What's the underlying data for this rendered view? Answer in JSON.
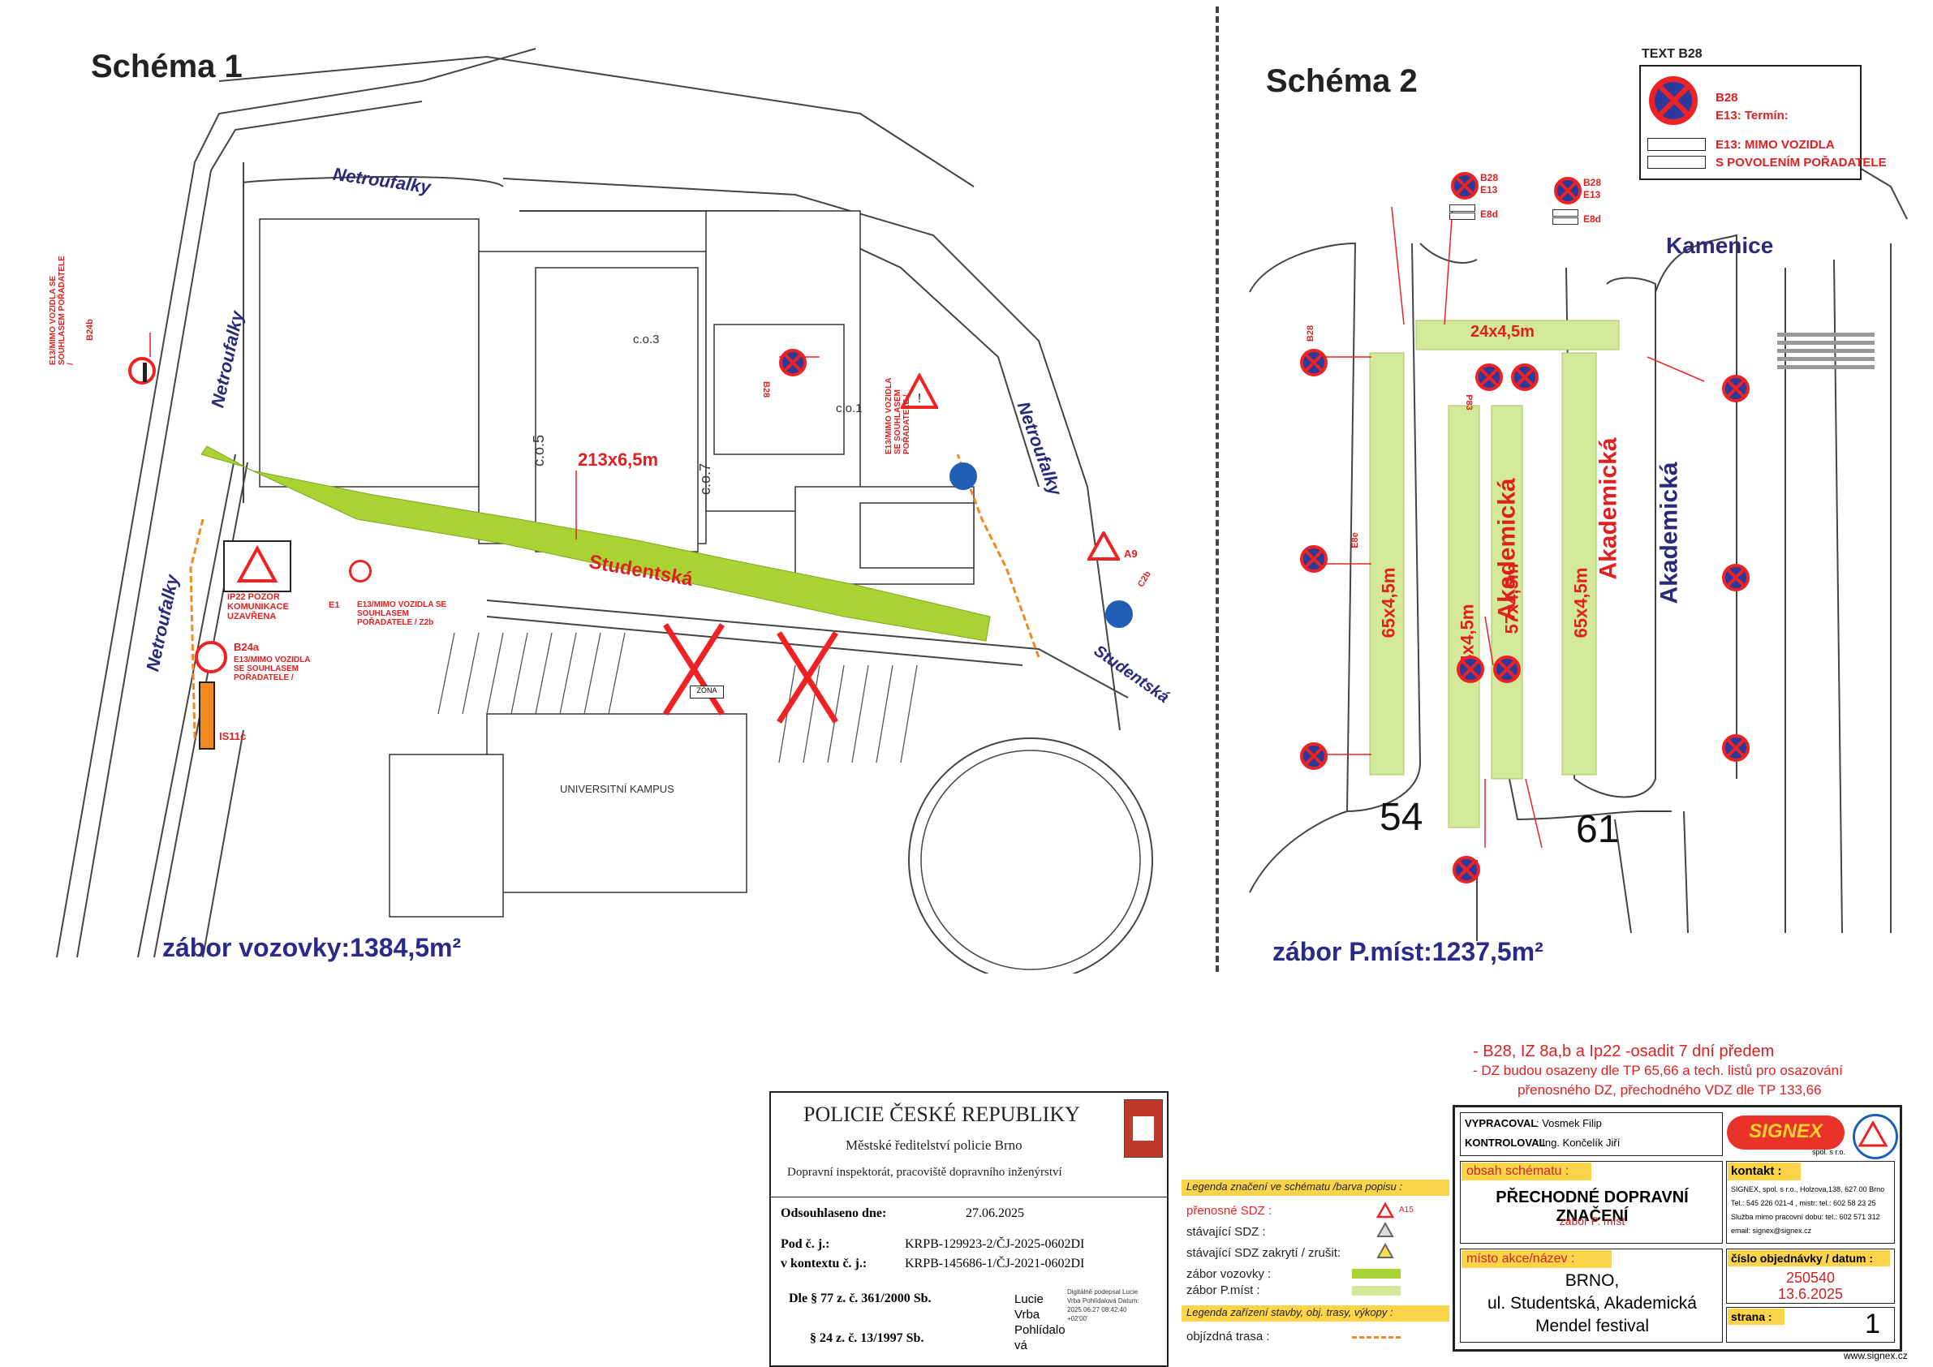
{
  "schema1": {
    "title": "Schéma 1",
    "streets": {
      "netroufalky_top": "Netroufalky",
      "netroufalky_left1": "Netroufalky",
      "netroufalky_left2": "Netroufalky",
      "netroufalky_right": "Netroufalky",
      "studentska_main": "Studentská",
      "studentska_right": "Studentská"
    },
    "dimension": "213x6,5m",
    "buildings": {
      "c5": "c.o.5",
      "c7": "c.o.7",
      "c3": "c.o.3",
      "c1": "c.o.1",
      "kampus": "UNIVERSITNÍ KAMPUS"
    },
    "labels": {
      "b24b": "B24b",
      "e13_text_left": "E13/MIMO VOZIDLA SE SOUHLASEM POŘADATELE /",
      "ip22": "IP22 POZOR KOMUNIKACE UZAVŘENA",
      "e1": "E1",
      "e13_e2": "E13/MIMO VOZIDLA SE SOUHLASEM POŘADATELE / Z2b",
      "b24a": "B24a",
      "e13_b24a": "E13/MIMO VOZIDLA SE SOUHLASEM POŘADATELE /",
      "is11c": "IS11c",
      "a9": "A9",
      "c2b": "C2b",
      "b28": "B28",
      "e13_porad": "E13/MIMO VOZIDLA SE SOUHLASEM POŘADATELE /",
      "zona": "ZÓNA"
    },
    "area_label": "zábor vozovky:1384,5m²"
  },
  "schema2": {
    "title": "Schéma 2",
    "streets": {
      "kamenice": "Kamenice",
      "akademicka1": "Akademická",
      "akademicka2": "Akademická",
      "akademicka3": "Akademická"
    },
    "dims": {
      "top": "24x4,5m",
      "left": "65x4,5m",
      "mid1": "64x4,5m",
      "mid2": "57x4,5m",
      "right": "65x4,5m"
    },
    "numbers": {
      "n54": "54",
      "n61": "61"
    },
    "sign_codes": {
      "b28": "B28",
      "e13": "E13",
      "e8d": "E8d",
      "e8e": "E8e",
      "p83": "P83"
    },
    "area_label": "zábor P.míst:1237,5m²"
  },
  "text_b28": {
    "heading": "TEXT B28",
    "line1": "B28",
    "line2": "E13: Termín:",
    "line3": "E13: MIMO VOZIDLA",
    "line4": "S POVOLENÍM POŘADATELE"
  },
  "notes": {
    "n1": "- B28, IZ 8a,b a Ip22 -osadit 7 dní předem",
    "n2": "- DZ budou osazeny dle TP 65,66 a tech. listů pro osazování",
    "n3": "přenosného DZ, přechodného VDZ dle TP 133,66"
  },
  "police_stamp": {
    "title": "POLICIE ČESKÉ REPUBLIKY",
    "sub1": "Městské ředitelství policie Brno",
    "sub2": "Dopravní inspektorát, pracoviště dopravního inženýrství",
    "approved_lbl": "Odsouhlaseno dne:",
    "approved_val": "27.06.2025",
    "ref_lbl": "Pod č. j.:",
    "ref_val": "KRPB-129923-2/ČJ-2025-0602DI",
    "ctx_lbl": "v kontextu č. j.:",
    "ctx_val": "KRPB-145686-1/ČJ-2021-0602DI",
    "law1": "Dle § 77 z. č. 361/2000 Sb.",
    "law2": "§ 24 z. č. 13/1997 Sb.",
    "signer": "Lucie Vrba Pohlídalo vá",
    "digital": "Digitálně podepsal Lucie Vrba Pohlídalová Datum: 2025.06.27 08:42:40 +02'00'"
  },
  "legend": {
    "heading1": "Legenda značení ve schématu /barva popisu :",
    "row1": "přenosné SDZ :",
    "row1_code": "A15",
    "row2": "stávající SDZ :",
    "row3": "stávající SDZ zakrytí / zrušit:",
    "row4": "zábor vozovky :",
    "row5": "zábor P.míst :",
    "heading2": "Legenda zařízení stavby, obj. trasy, výkopy :",
    "row6": "objízdná trasa :"
  },
  "title_block": {
    "prepared_lbl": "VYPRACOVAL",
    "prepared_val": ": Vosmek Filip",
    "checked_lbl": "KONTROLOVAL",
    "checked_val": ": Ing. Končelík Jiří",
    "company": "SIGNEX",
    "company_sub": "spol. s r.o.",
    "content_lbl": "obsah schématu :",
    "content_val": "PŘECHODNÉ DOPRAVNÍ ZNAČENÍ",
    "content_sub": "zábor P. míst",
    "contact_lbl": "kontakt :",
    "contact1": "SIGNEX, spol. s r.o., Holzova,138, 627 00 Brno",
    "contact2": "Tel.: 545 226 021-4 , mistr: tel.: 602 58 23 25",
    "contact3": "Služba mimo pracovní dobu: tel.: 602 571 312",
    "contact4": "email: signex@signex.cz",
    "place_lbl": "místo akce/název :",
    "place1": "BRNO,",
    "place2": "ul. Studentská, Akademická",
    "place3": "Mendel festival",
    "order_lbl": "číslo objednávky / datum :",
    "order_val": "250540",
    "order_date": "13.6.2025",
    "page_lbl": "strana :",
    "page_val": "1",
    "web": "www.signex.cz"
  },
  "colors": {
    "zabor_vozovky": "#a8d332",
    "zabor_pmist": "#d4e89a",
    "sign_red": "#e22222",
    "sign_blue": "#2a3b9c",
    "area_text": "#2a2a8a"
  }
}
